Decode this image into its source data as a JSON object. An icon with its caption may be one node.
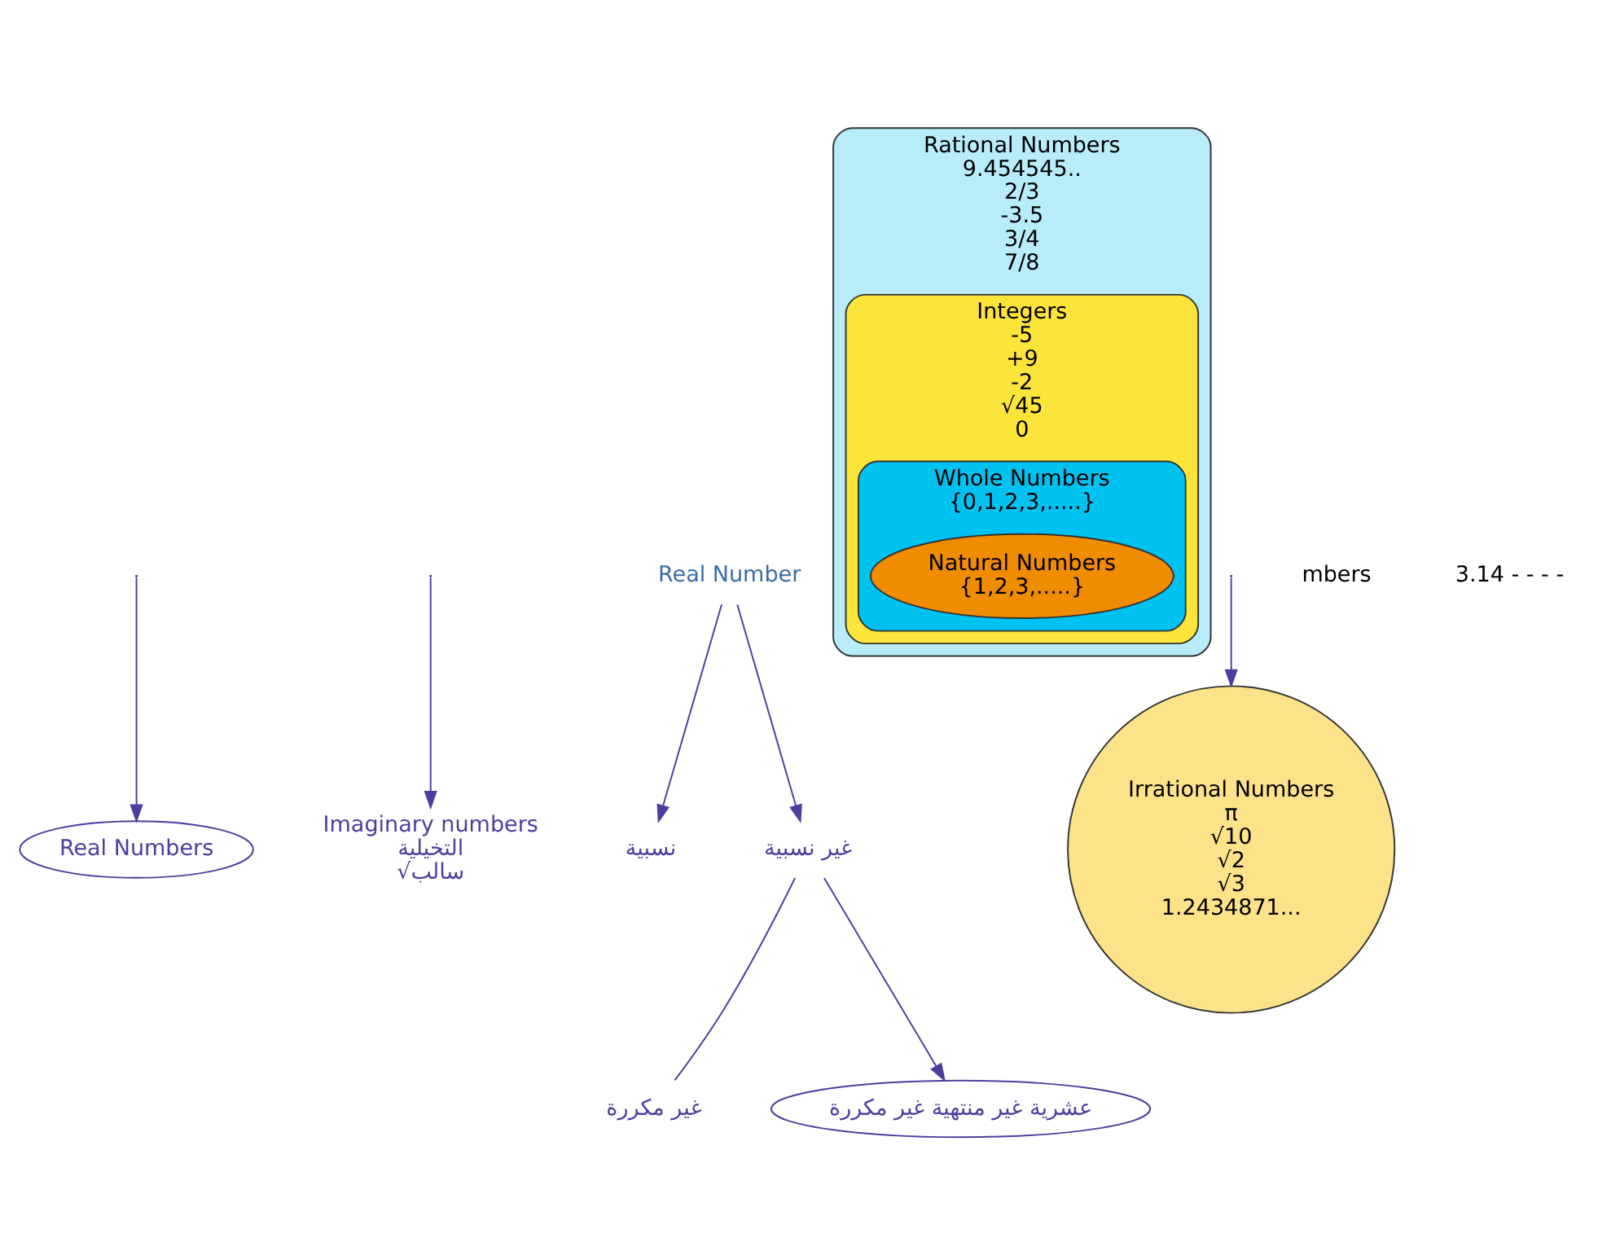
{
  "diagram": {
    "nodes": [
      {
        "text": [
          "Real Numbers"
        ]
      },
      {
        "text": [
          "Imaginary numbers",
          "التخيلية",
          "√سالب"
        ]
      },
      {
        "text": [
          "Real Number"
        ]
      },
      {
        "text": [
          "نسبية"
        ]
      },
      {
        "text": [
          "Rational Numbers",
          "9.454545..",
          "2/3",
          "-3.5",
          "3/4",
          "7/8"
        ]
      },
      {
        "text": [
          "Integers",
          "-5",
          "+9",
          "-2",
          "√45",
          "0"
        ],
        "in": 4
      },
      {
        "text": [
          "Whole Numbers",
          "{0,1,2,3,.....}"
        ],
        "in": 5
      },
      {
        "text": [
          "Natural Numbers",
          "{1,2,3,.....}"
        ],
        "in": 6
      },
      {
        "text": [
          "غير نسبية"
        ]
      },
      {
        "text": [
          "Irrational Numbers",
          "π",
          "√10",
          "√2",
          "√3",
          "1.2434871..."
        ]
      },
      {
        "text": [
          "غير مكررة"
        ]
      },
      {
        "text": [
          "عشرية غير منتهية غير مكررة"
        ]
      }
    ],
    "edges": [
      {
        "from": null,
        "to": 0,
        "arrow": "to"
      },
      {
        "from": null,
        "to": 1,
        "arrow": "to"
      },
      {
        "from": 2,
        "to": 3,
        "arrow": "to"
      },
      {
        "from": 2,
        "to": 8,
        "arrow": "to"
      },
      {
        "from": 8,
        "to": 10,
        "arrow": "none"
      },
      {
        "from": 8,
        "to": 11,
        "arrow": "to"
      },
      {
        "from": null,
        "to": 9,
        "arrow": "to"
      }
    ],
    "labels": [
      "mbers",
      "3.14 - - - -"
    ]
  }
}
